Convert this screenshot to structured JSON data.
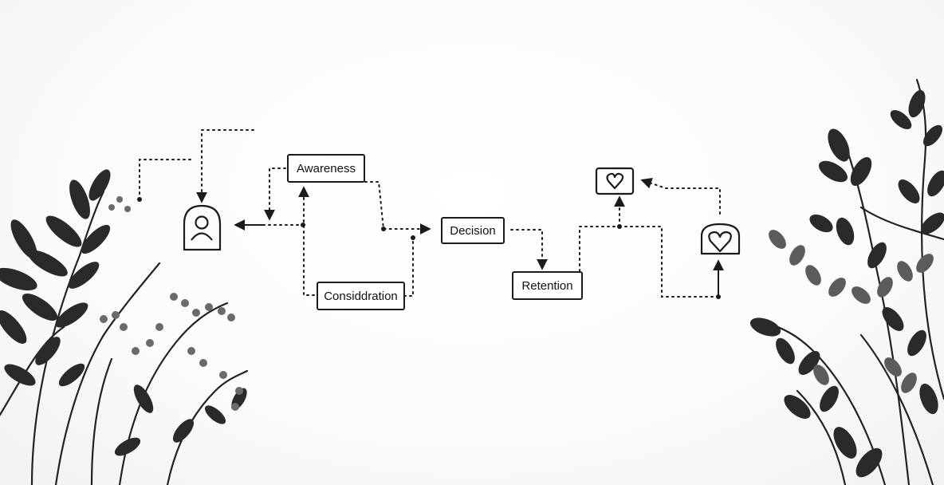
{
  "diagram": {
    "stages": {
      "awareness": "Awareness",
      "consideration": "Considdration",
      "decision": "Decision",
      "retention": "Retention"
    },
    "icons": [
      "person-icon",
      "heart-speech-icon",
      "heart-icon"
    ],
    "colors": {
      "ink": "#1b1b1b",
      "foliage_dark": "#2a2a2a",
      "foliage_mid": "#5a5a5a",
      "background": "#fdfdfd"
    }
  }
}
